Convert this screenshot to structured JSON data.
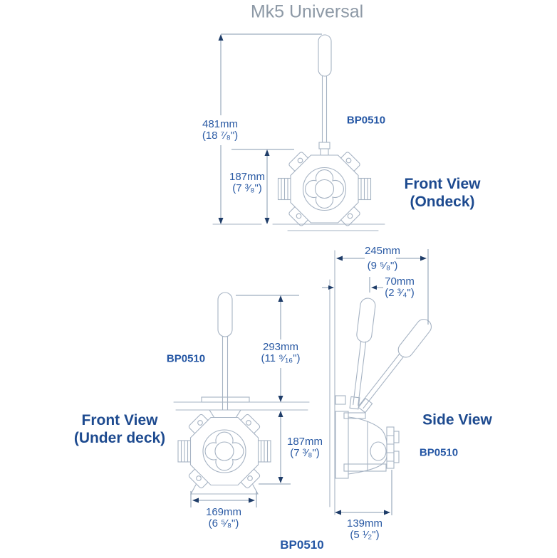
{
  "title": "Mk5 Universal",
  "footer": {
    "part_no": "BP0510"
  },
  "colors": {
    "background": "#ffffff",
    "artwork_line": "#a6b3c3",
    "dimension_line": "#8699af",
    "arrow": "#1f3d69",
    "dimension_text": "#2a5aa4",
    "label_text": "#1d4a8f",
    "part_no_text": "#2456a4",
    "title_text": "#8d99a6"
  },
  "views": {
    "front_ondeck": {
      "part_no": "BP0510",
      "label": [
        "Front View",
        "(Ondeck)"
      ],
      "dimensions": {
        "overall_height": {
          "mm": "481mm",
          "inches": "(18 ⁷⁄₈\")"
        },
        "body_height": {
          "mm": "187mm",
          "inches": "(7 ³⁄₈\")"
        }
      }
    },
    "front_underdeck": {
      "part_no": "BP0510",
      "label": [
        "Front View",
        "(Under deck)"
      ],
      "dimensions": {
        "handle_above_deck": {
          "mm": "293mm",
          "inches": "(11 ⁹⁄₁₆\")"
        },
        "body_below_deck": {
          "mm": "187mm",
          "inches": "(7 ³⁄₈\")"
        },
        "body_width": {
          "mm": "169mm",
          "inches": "(6 ⁵⁄₈\")"
        }
      }
    },
    "side": {
      "part_no": "BP0510",
      "label": [
        "Side View"
      ],
      "dimensions": {
        "overall_depth": {
          "mm": "245mm",
          "inches": "(9 ⁵⁄₈\")"
        },
        "handle_offset": {
          "mm": "70mm",
          "inches": "(2 ³⁄₄\")"
        },
        "base_depth": {
          "mm": "139mm",
          "inches": "(5 ¹⁄₂\")"
        }
      }
    }
  }
}
